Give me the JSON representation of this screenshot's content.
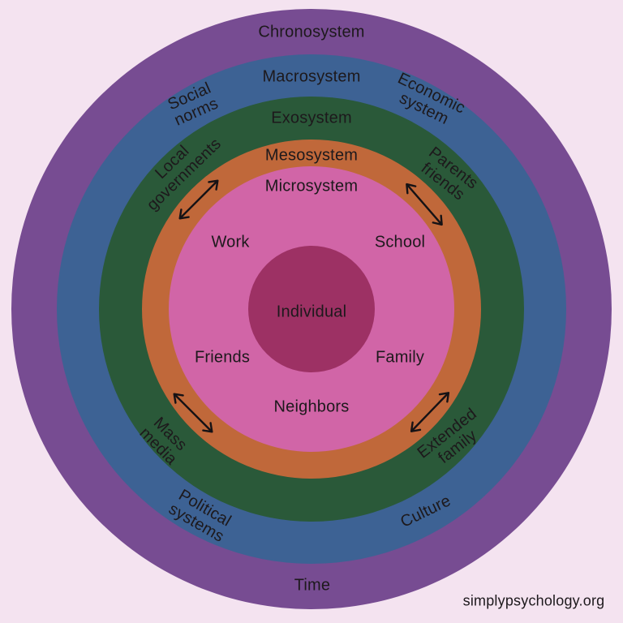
{
  "canvas": {
    "background": "#f4e3f0",
    "text_color": "#1d191c",
    "watermark": "simplypsychology.org"
  },
  "systems": {
    "chronosystem": {
      "label": "Chronosystem",
      "color": "#774c92",
      "items": {
        "time": "Time"
      }
    },
    "macrosystem": {
      "label": "Macrosystem",
      "color": "#3d6294",
      "items": {
        "social_norms": "Social\nnorms",
        "economic_system": "Economic\nsystem",
        "political_systems": "Political\nsystems",
        "culture": "Culture"
      }
    },
    "exosystem": {
      "label": "Exosystem",
      "color": "#2a5939",
      "items": {
        "local_governments": "Local\ngovernments",
        "parents_friends": "Parents\nfriends",
        "mass_media": "Mass\nmedia",
        "extended_family": "Extended\nfamily"
      }
    },
    "mesosystem": {
      "label": "Mesosystem",
      "color": "#c0683a",
      "arrow_color": "#161215"
    },
    "microsystem": {
      "label": "Microsystem",
      "color": "#d165a7",
      "items": {
        "work": "Work",
        "school": "School",
        "friends": "Friends",
        "family": "Family",
        "neighbors": "Neighbors"
      }
    },
    "individual": {
      "label": "Individual",
      "color": "#9d3164"
    }
  }
}
